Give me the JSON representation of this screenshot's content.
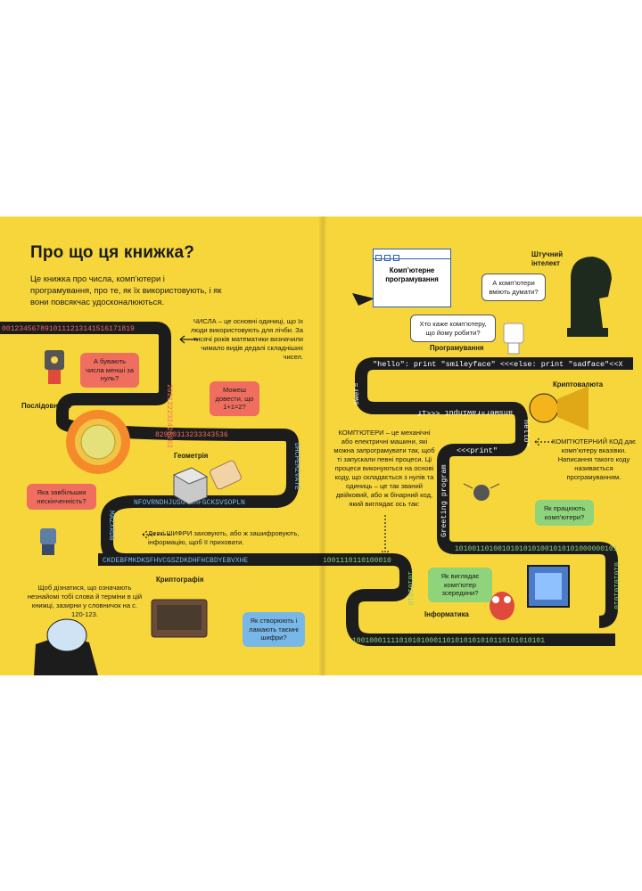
{
  "page": {
    "title": "Про що ця книжка?",
    "intro": "Це книжка про числа, комп’ютери і програмування, про те, як їх використовують, і як вони повсякчас удосконалюються."
  },
  "left": {
    "numbers_strip_1": "0012345678910111213141516171819",
    "numbers_strip_2": "202122232425262",
    "numbers_strip_3": "82930313233343536",
    "letters_strip_1": "DHCPEMZVAYE",
    "letters_strip_2": "NFOVRNDHJUSGYEHFGCKSVSOPLN",
    "letters_strip_3": "MAZXRDB",
    "letters_strip_4": "CKDEBFMKDKSFHVCGSZDKDHFHCBDYEBVXHE",
    "chysla_text": "ЧИСЛА – це основні одиниці, що їх люди використовують для лічби. За тисячі років математики визначили чимало видів дедалі складніших чисел.",
    "label_sequences": "Послідовності",
    "label_geometry": "Геометрія",
    "label_cryptography": "Криптографія",
    "shyfry_text": "Деякі ШИФРИ заховують, або ж зашифровують, інформацію, щоб її приховати.",
    "glossary_text": "Щоб дізнатися, що означають незнайомі тобі слова й терміни в цій книжці, зазирни у словничок на с. 120-123.",
    "bubble_zero": "А бувають числа менші за нуль?",
    "bubble_prove": "Можеш довести, що 1+1=2?",
    "bubble_infinity": "Яка завбільшки нескінченність?",
    "bubble_ciphers": "Як створюють і ламають таємні шифри?"
  },
  "right": {
    "window_label": "Комп’ютерне програмування",
    "label_ai": "Штучний інтелект",
    "bubble_think": "А комп’ютери вміють думати?",
    "bubble_tell": "Хто каже комп’ютеру, що йому робити?",
    "label_programming": "Програмування",
    "code_line_1": "\"hello\": print \"smileyface\" <<<else: print \"sadface\"<<X",
    "code_line_2": "answer=rawinput <<<if",
    "code_line_3": "swer=",
    "code_line_4": "<<<print\"",
    "code_hello": "hello\"",
    "code_greeting": "Greeting program",
    "binary_1": "1001110110100010",
    "binary_2": "10101010",
    "binary_3": "10100110100101010101001010101000000101",
    "binary_4": "01010101010",
    "binary_5": "100100011110101010001101010101010110101010101",
    "label_crypto": "Криптовалюта",
    "computers_text": "КОМП’ЮТЕРИ – це механічні або електричні машини, які можна запрограмувати так, щоб ті запускали певні процеси. Ці процеси виконуються на основі коду, що складається з нулів та одиниць – це так званий двійковий, або ж бінарний код, який виглядає ось так:",
    "code_text": "КОМП’ЮТЕРНИЙ КОД дає комп’ютеру вказівки. Написання такого коду називається програмуванням.",
    "bubble_how": "Як працюють комп’ютери?",
    "bubble_inside": "Як виглядає комп’ютер зсередини?",
    "label_informatics": "Інформатика"
  },
  "colors": {
    "page_yellow": "#f6d63b",
    "road": "#1c1c1c",
    "bubble_red": "#ef6e5f",
    "bubble_blue": "#78b8e8",
    "bubble_green": "#8fd37a"
  }
}
